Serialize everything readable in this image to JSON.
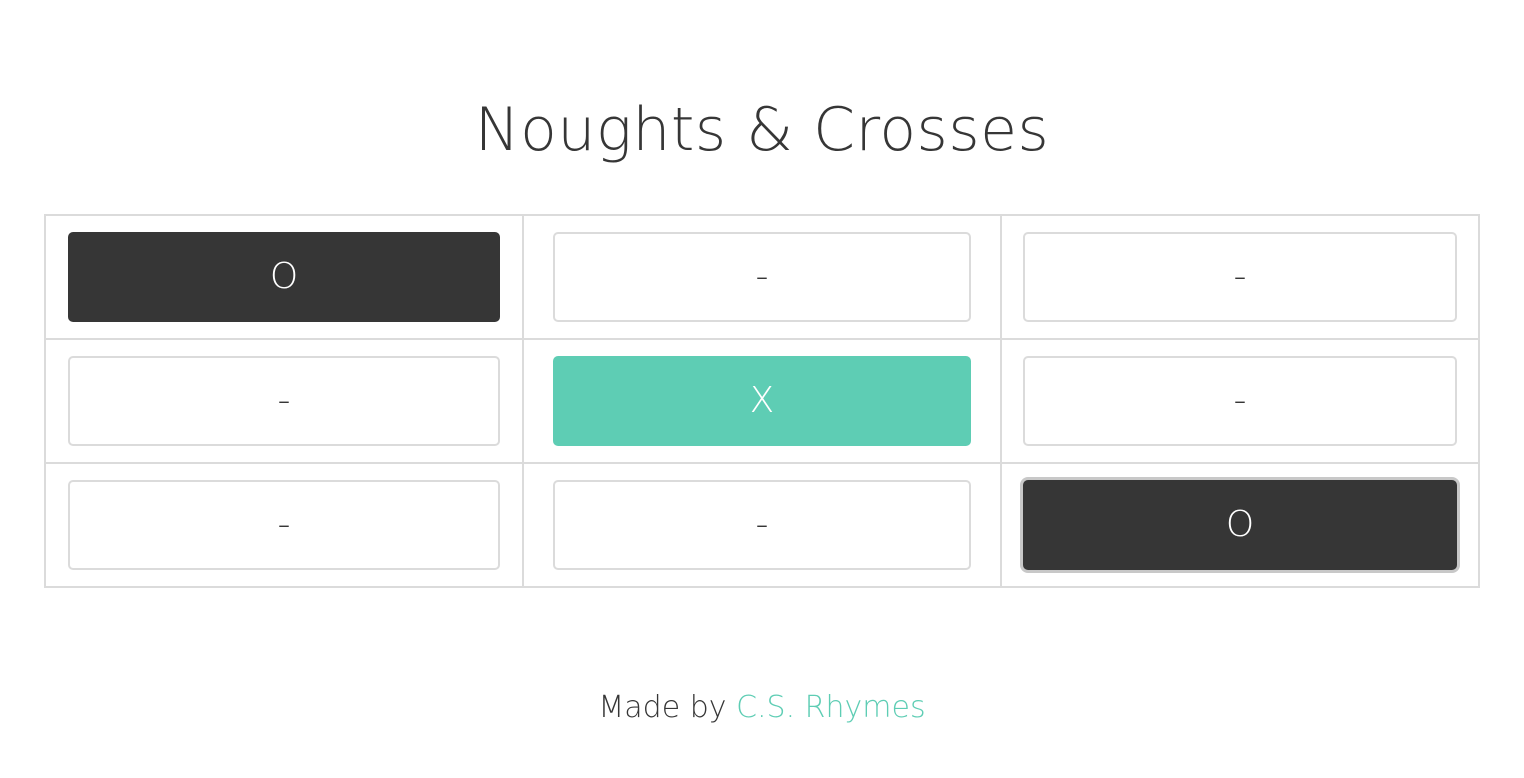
{
  "header": {
    "title": "Noughts & Crosses"
  },
  "board": {
    "rows": [
      [
        "O",
        "-",
        "-"
      ],
      [
        "-",
        "X",
        "-"
      ],
      [
        "-",
        "-",
        "O"
      ]
    ]
  },
  "footer": {
    "prefix": "Made by",
    "author_link": "C.S. Rhymes"
  },
  "colors": {
    "accent": "#5ecdb4",
    "dark": "#363636",
    "border": "#dbdbdb"
  }
}
